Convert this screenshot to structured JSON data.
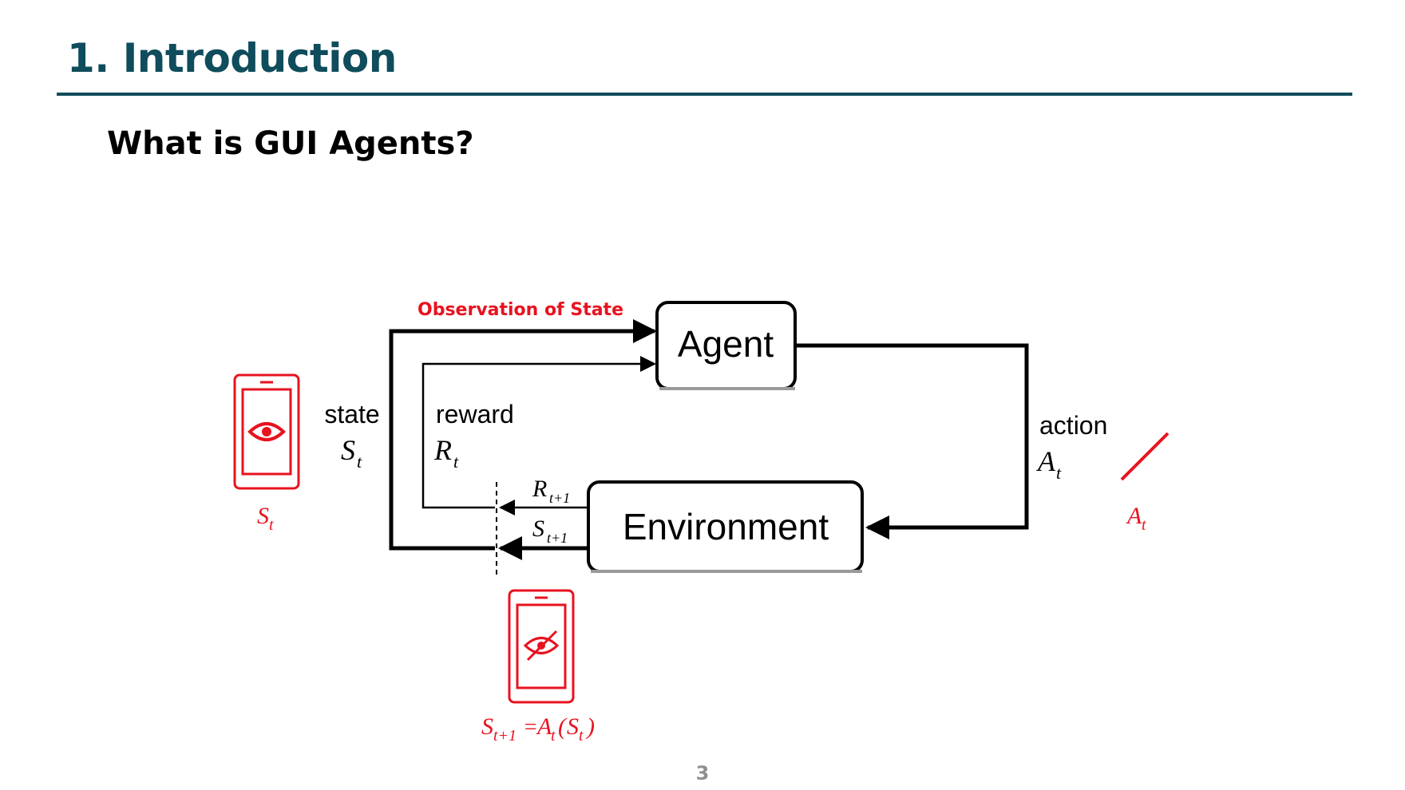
{
  "slide": {
    "title": "1. Introduction",
    "subtitle": "What is GUI Agents?",
    "page_number": "3"
  },
  "diagram": {
    "agent_label": "Agent",
    "environment_label": "Environment",
    "observation_label": "Observation of State",
    "state_label": "state",
    "state_symbol": "S",
    "state_sub": "t",
    "reward_label": "reward",
    "reward_symbol": "R",
    "reward_sub": "t",
    "action_label": "action",
    "action_symbol": "A",
    "action_sub": "t",
    "next_reward_symbol": "R",
    "next_reward_sub": "t+1",
    "next_state_symbol": "S",
    "next_state_sub": "t+1",
    "phone_state_symbol": "S",
    "phone_state_sub": "t",
    "action_annot_symbol": "A",
    "action_annot_sub": "t",
    "transition_lhs_symbol": "S",
    "transition_lhs_sub": "t+1",
    "transition_eq": "=",
    "transition_rhs_symbol": "A",
    "transition_rhs_sub": "t",
    "transition_open": "(",
    "transition_arg_symbol": "S",
    "transition_arg_sub": "t",
    "transition_close": ")"
  },
  "colors": {
    "title": "#0f4c5c",
    "accent": "#e8121f",
    "line": "#000000"
  },
  "icons": [
    "eye-icon",
    "eye-off-icon",
    "smartphone-icon"
  ]
}
